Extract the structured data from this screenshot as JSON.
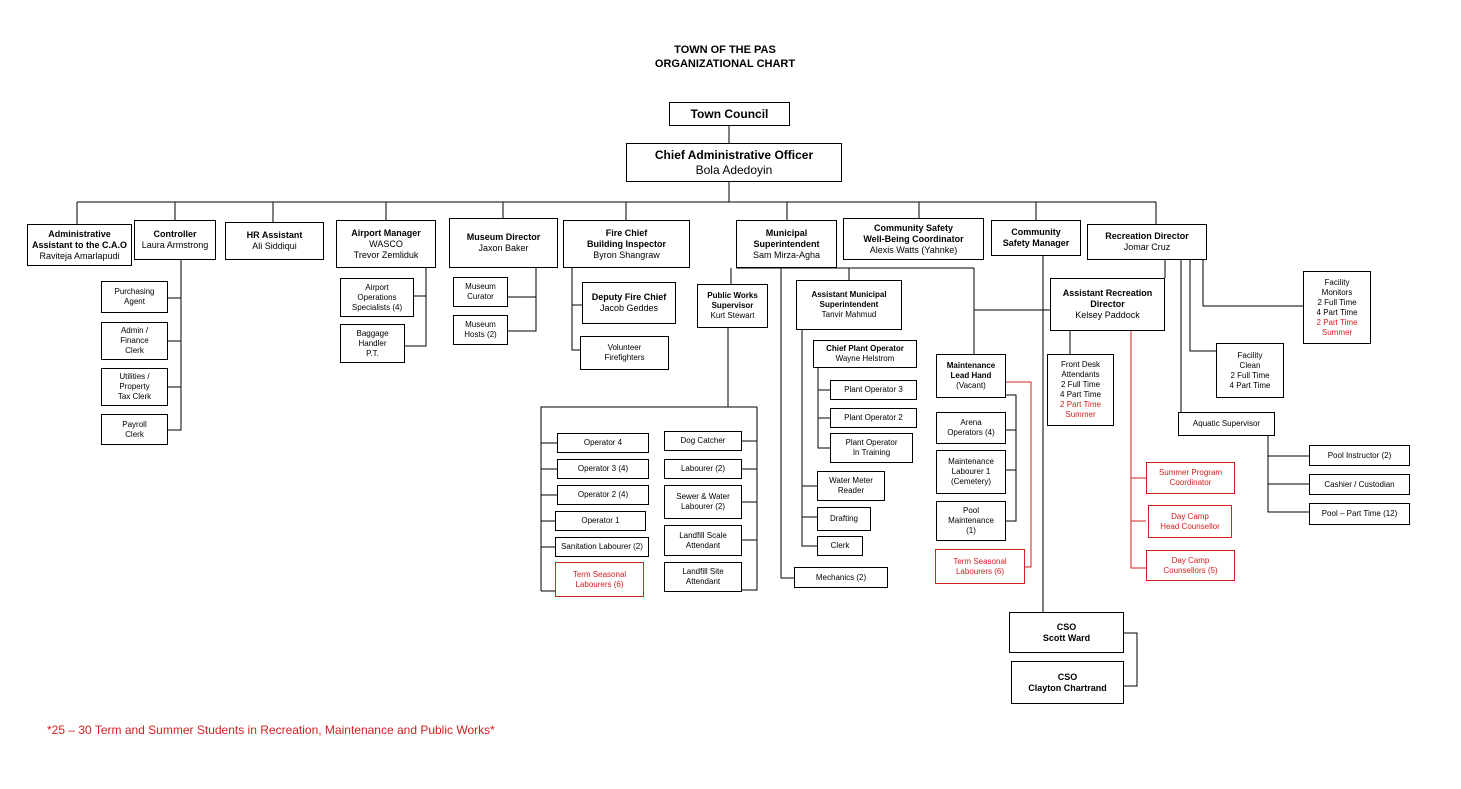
{
  "title": {
    "line1": "TOWN OF THE PAS",
    "line2": "ORGANIZATIONAL CHART"
  },
  "town_council": "Town Council",
  "cao": {
    "title": "Chief Administrative Officer",
    "name": "Bola Adedoyin"
  },
  "admin_assistant": {
    "title": "Administrative\nAssistant to the C.A.O",
    "name": "Raviteja Amarlapudi"
  },
  "controller": {
    "title": "Controller",
    "name": "Laura Armstrong",
    "staff": [
      "Purchasing\nAgent",
      "Admin /\nFinance\nClerk",
      "Utilities  /\nProperty\nTax Clerk",
      "Payroll\nClerk"
    ]
  },
  "hr": {
    "title": "HR Assistant",
    "name": "Ali Siddiqui"
  },
  "airport": {
    "title": "Airport Manager",
    "line2": "WASCO",
    "name": "Trevor Zemliduk",
    "staff": [
      "Airport\nOperations\nSpecialists (4)",
      "Baggage\nHandler\nP.T."
    ]
  },
  "museum": {
    "title": "Museum Director",
    "name": "Jaxon Baker",
    "staff": [
      "Museum\nCurator",
      "Museum\nHosts (2)"
    ]
  },
  "fire": {
    "title": "Fire Chief\nBuilding Inspector",
    "name": "Byron Shangraw",
    "deputy_title": "Deputy Fire Chief",
    "deputy_name": "Jacob Geddes",
    "volunteers": "Volunteer\nFirefighters"
  },
  "municipal": {
    "title": "Municipal\nSuperintendent",
    "name": "Sam Mirza-Agha"
  },
  "public_works": {
    "title": "Public Works\nSupervisor",
    "name": "Kurt Stewart",
    "left_staff": [
      "Operator 4",
      "Operator 3 (4)",
      "Operator 2 (4)",
      "Operator 1",
      "Sanitation Labourer (2)"
    ],
    "seasonal": "Term Seasonal\nLabourers (6)",
    "right_staff": [
      "Dog Catcher",
      "Labourer (2)",
      "Sewer & Water\nLabourer (2)",
      "Landfill Scale\nAttendant",
      "Landfill Site\nAttendant"
    ]
  },
  "asst_municipal": {
    "title": "Assistant Municipal\nSuperintendent",
    "name": "Tanvir Mahmud",
    "mechanics": "Mechanics (2)"
  },
  "chief_plant": {
    "title": "Chief Plant Operator",
    "name": "Wayne Helstrom",
    "staff": [
      "Plant Operator 3",
      "Plant Operator 2",
      "Plant Operator\nIn Training"
    ],
    "others": [
      "Water Meter\nReader",
      "Drafting",
      "Clerk"
    ]
  },
  "community_safety_coord": {
    "title": "Community Safety\nWell-Being Coordinator",
    "name": "Alexis Watts (Yahnke)"
  },
  "maintenance": {
    "title": "Maintenance\nLead  Hand",
    "name": "(Vacant)",
    "staff": [
      "Arena\nOperators (4)",
      "Maintenance\nLabourer   1\n(Cemetery)",
      "Pool\nMaintenance\n(1)"
    ],
    "seasonal": "Term Seasonal\nLabourers (6)"
  },
  "community_safety_mgr": {
    "title": "Community\nSafety Manager",
    "cso1_title": "CSO",
    "cso1_name": "Scott Ward",
    "cso2_title": "CSO",
    "cso2_name": "Clayton Chartrand"
  },
  "recreation": {
    "title": "Recreation Director",
    "name": "Jomar Cruz",
    "assistant_title": "Assistant Recreation\nDirector",
    "assistant_name": "Kelsey Paddock",
    "front_desk": "Front  Desk\nAttendants\n2 Full Time\n4 Part Time",
    "front_desk_red": "2  Part Time\nSummer",
    "summer_staff": [
      "Summer Program\nCoordinator",
      "Day Camp\nHead Counsellor",
      "Day Camp\nCounsellors (5)"
    ],
    "facility_monitors": "Facility\nMonitors\n2 Full Time\n4 Part Time",
    "facility_monitors_red": "2 Part Time\nSummer",
    "facility_clean": "Facility\nClean\n2 Full Time\n4 Part Time",
    "aquatic": "Aquatic Supervisor",
    "pool_staff": [
      "Pool Instructor (2)",
      "Cashier / Custodian",
      "Pool – Part Time (12)"
    ]
  },
  "footnote": "*25 – 30 Term and Summer Students in Recreation, Maintenance and Public Works*"
}
